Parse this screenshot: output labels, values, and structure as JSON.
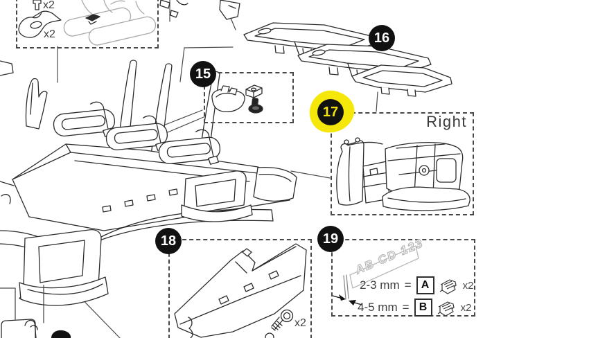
{
  "diagram": {
    "type": "exploded-parts-diagram",
    "callouts": [
      {
        "number": "15",
        "highlighted": false
      },
      {
        "number": "16",
        "highlighted": false
      },
      {
        "number": "17",
        "highlighted": true
      },
      {
        "number": "18",
        "highlighted": false
      },
      {
        "number": "19",
        "highlighted": false
      }
    ],
    "labels": {
      "panel17_orientation": "Right",
      "plate_text": "AB CD 123"
    },
    "quantities": {
      "bolt_top": "x2",
      "bracket_top": "x2",
      "screw_panel18": "x2"
    },
    "spec_rows": [
      {
        "range": "2-3 mm",
        "eq": "=",
        "option": "A",
        "qty": "x2"
      },
      {
        "range": "4-5 mm",
        "eq": "=",
        "option": "B",
        "qty": "x2"
      }
    ],
    "colors": {
      "highlight_yellow": "#f6e70b",
      "badge_black": "#111111",
      "line": "#2b2b2b",
      "light_line": "#a9a9a9",
      "label_gray": "#3f3f3f"
    }
  }
}
